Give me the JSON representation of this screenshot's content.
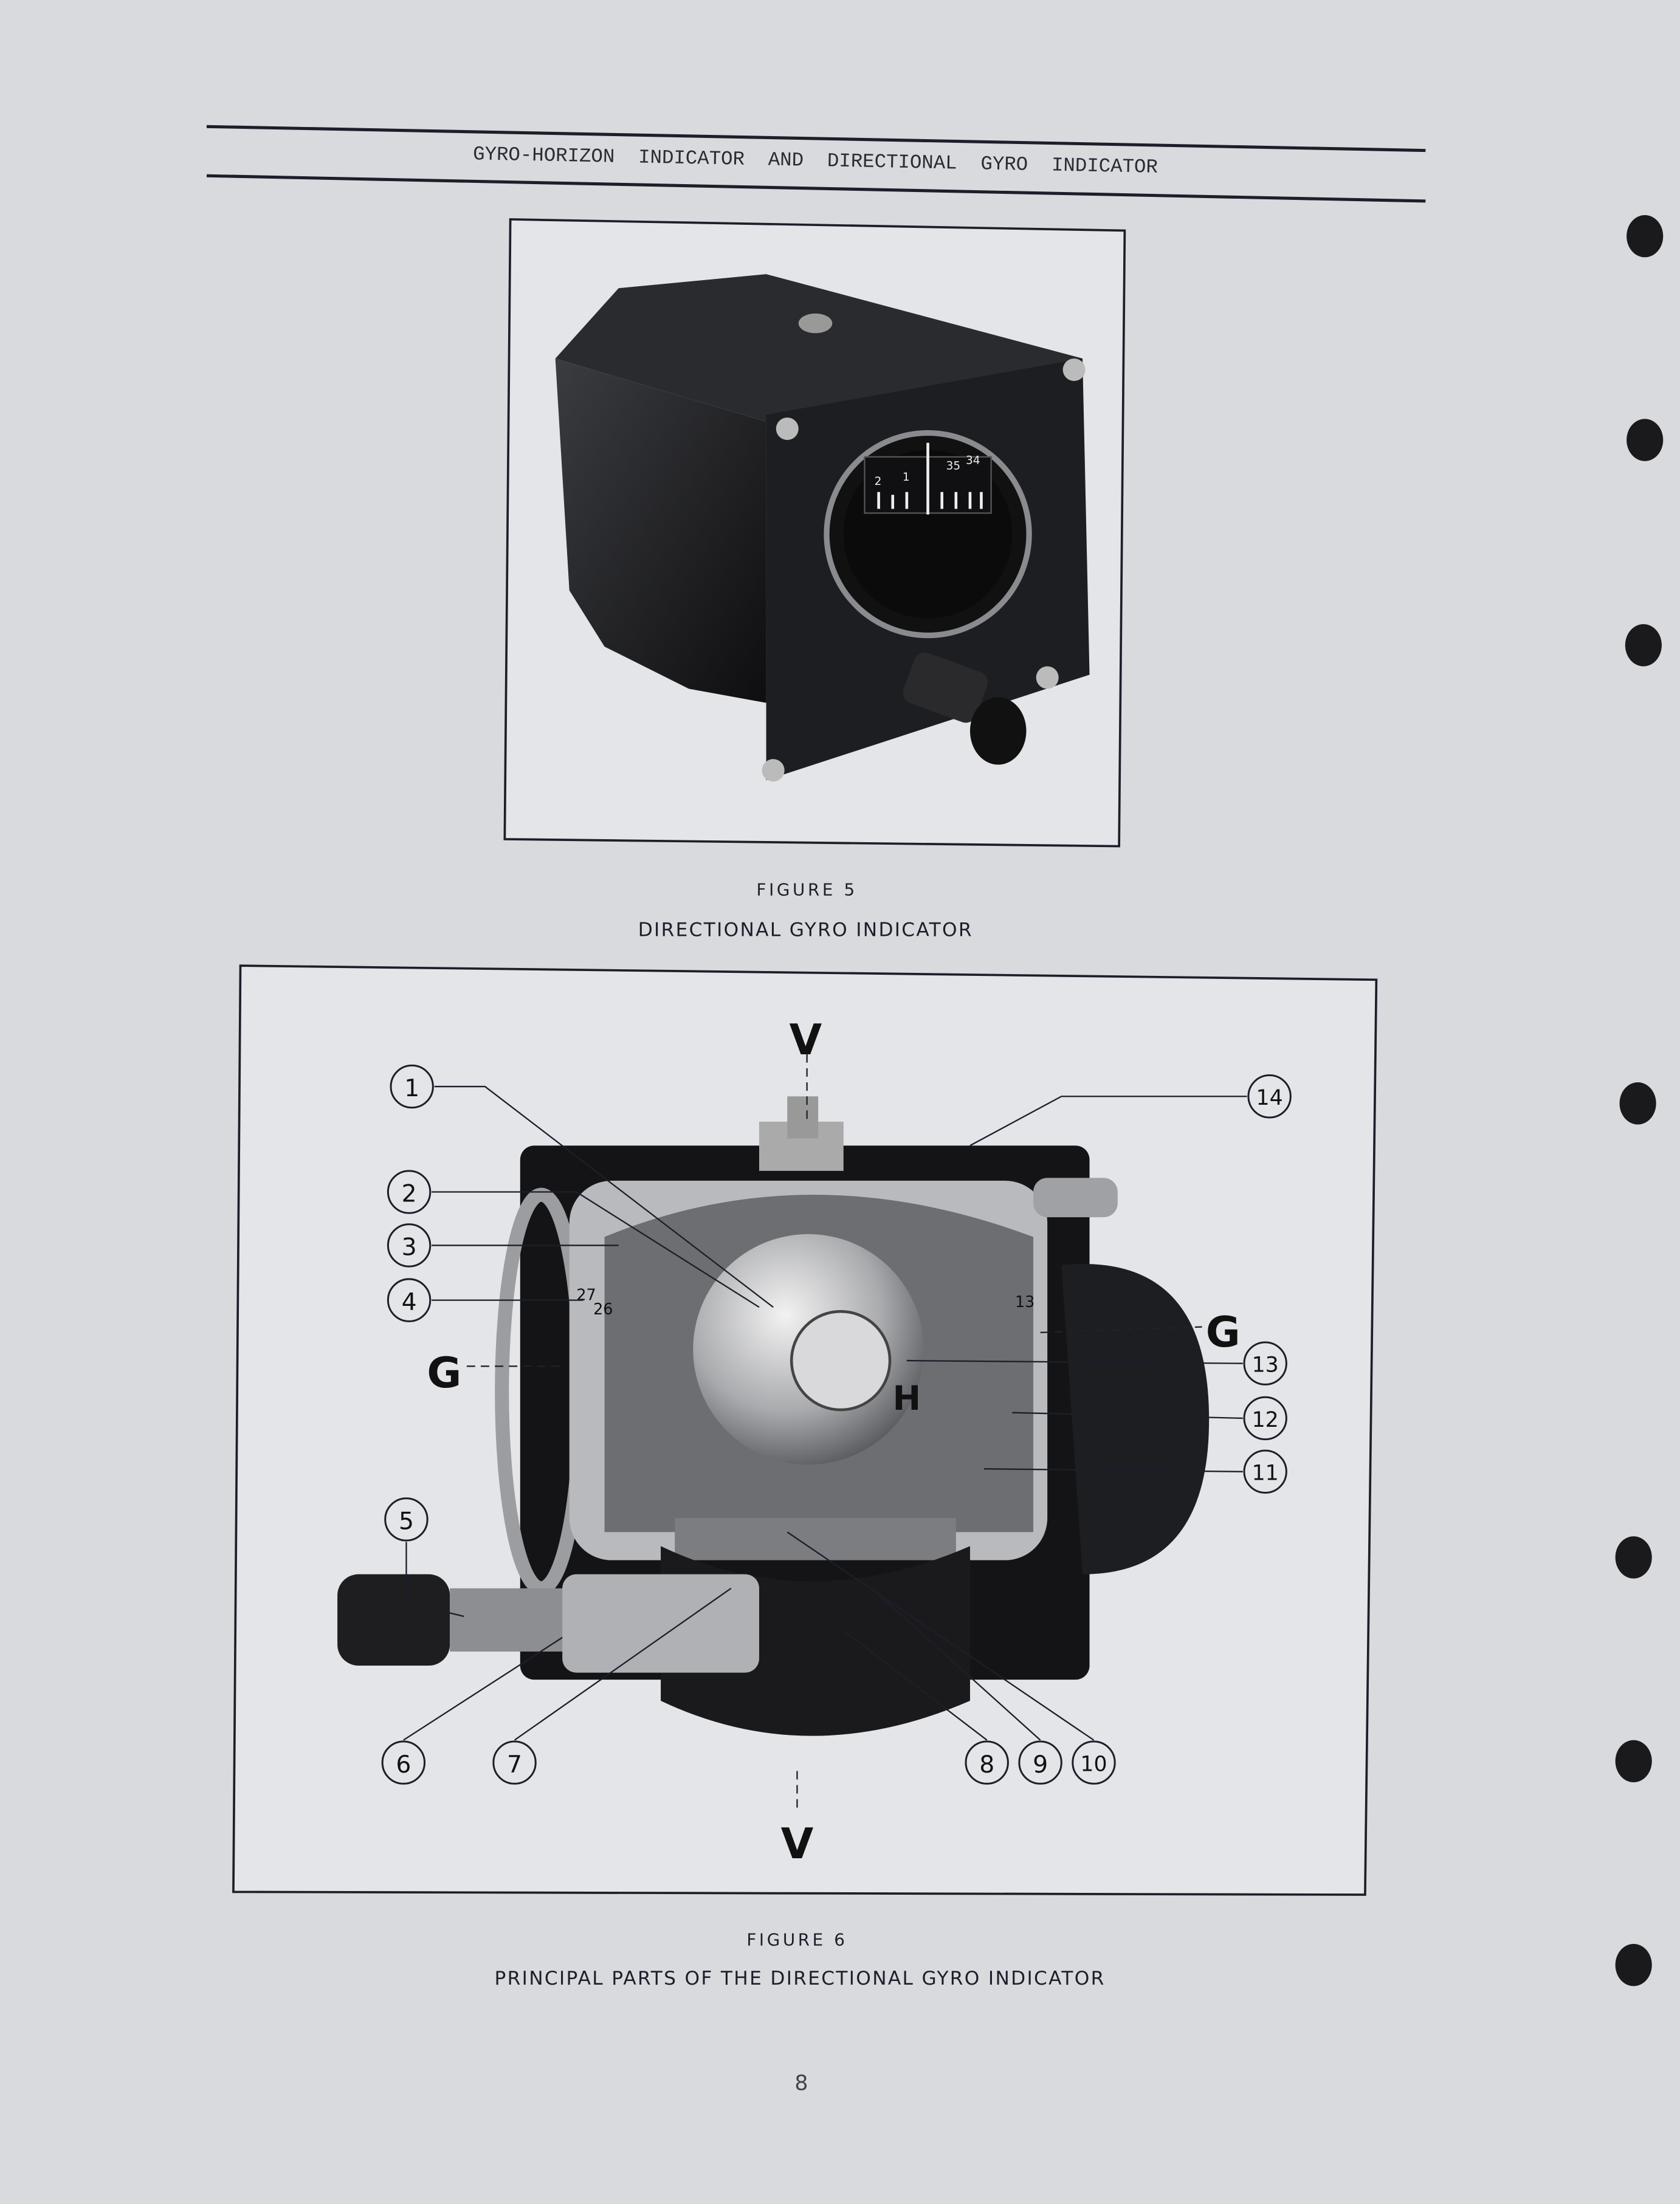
{
  "header": {
    "running_title": "GYRO-HORIZON  INDICATOR  AND  DIRECTIONAL  GYRO  INDICATOR"
  },
  "figure5": {
    "label": "FIGURE 5",
    "caption": "DIRECTIONAL GYRO INDICATOR",
    "dial_numbers": [
      "2",
      "1",
      "35",
      "34"
    ]
  },
  "figure6": {
    "label": "FIGURE 6",
    "caption": "PRINCIPAL PARTS OF THE DIRECTIONAL GYRO INDICATOR",
    "axis_labels": {
      "v_top": "V",
      "v_bottom": "V",
      "g_left": "G",
      "g_right": "G",
      "h": "H"
    },
    "callouts": [
      "1",
      "2",
      "3",
      "4",
      "5",
      "6",
      "7",
      "8",
      "9",
      "10",
      "11",
      "12",
      "13",
      "14"
    ],
    "card_numbers": [
      "27",
      "26",
      "13"
    ]
  },
  "page_number": "8",
  "colors": {
    "paper": "#d9dade",
    "ink": "#1c1f2a",
    "photo_dark": "#1a1a1c"
  }
}
